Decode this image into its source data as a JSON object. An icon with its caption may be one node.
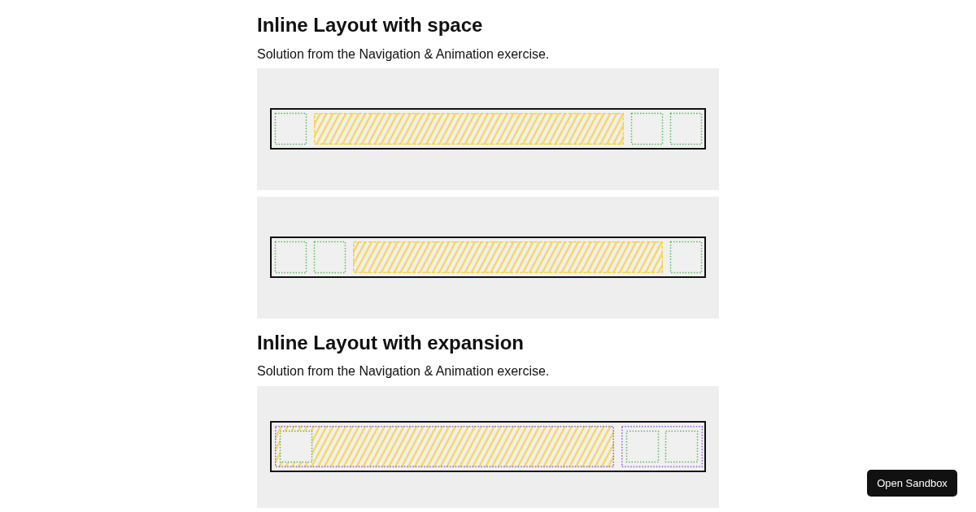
{
  "diagram": {
    "labels": [
      "Inline Layout with space",
      "Solution from the Navigation & Animation exercise.",
      "Inline Layout with expansion",
      "Solution from the Navigation & Animation exercise.",
      "Open Sandbox"
    ]
  }
}
